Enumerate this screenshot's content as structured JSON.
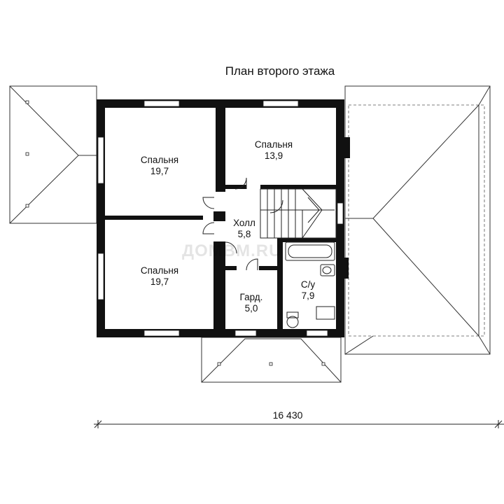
{
  "title": "План второго этажа",
  "rooms": [
    {
      "name": "Спальня",
      "area": "19,7"
    },
    {
      "name": "Спальня",
      "area": "13,9"
    },
    {
      "name": "Холл",
      "area": "5,8"
    },
    {
      "name": "Спальня",
      "area": "19,7"
    },
    {
      "name": "Гард.",
      "area": "5,0"
    },
    {
      "name": "С/у",
      "area": "7,9"
    }
  ],
  "dimension": "16 430",
  "watermark": "ДОМВМ.RU"
}
